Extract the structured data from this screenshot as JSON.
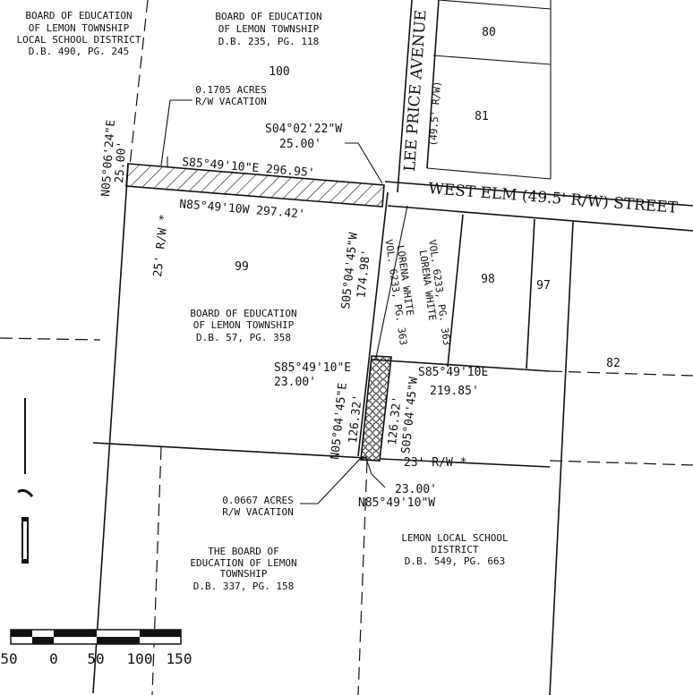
{
  "parcels": {
    "nw_owner": [
      "BOARD OF EDUCATION",
      "OF LEMON TOWNSHIP",
      "LOCAL SCHOOL DISTRICT",
      "D.B. 490, PG. 245"
    ],
    "n_owner": [
      "BOARD OF EDUCATION",
      "OF LEMON TOWNSHIP",
      "D.B. 235, PG. 118"
    ],
    "center_owner": [
      "BOARD OF EDUCATION",
      "OF LEMON TOWNSHIP",
      "D.B. 57, PG. 358"
    ],
    "sw_owner": [
      "THE BOARD OF",
      "EDUCATION OF LEMON",
      "TOWNSHIP",
      "D.B. 337, PG. 158"
    ],
    "se_owner": [
      "LEMON LOCAL SCHOOL",
      "DISTRICT",
      "D.B. 549, PG. 663"
    ],
    "lorena_1": [
      "VOL. 6233, PG. 363",
      "LORENA WHITE"
    ],
    "lorena_2": [
      "LORENA WHITE",
      "VOL. 6233, PG. 363"
    ],
    "lot_100": "100",
    "lot_99": "99",
    "lot_98": "98",
    "lot_97": "97",
    "lot_82": "82",
    "lot_81": "81",
    "lot_80": "80"
  },
  "streets": {
    "lee_price": "LEE PRICE AVENUE",
    "lee_price_rw": "(49.5' R/W)",
    "west_elm": "WEST ELM (49.5' R/W) STREET"
  },
  "vacations": {
    "north_area": [
      "0.1705 ACRES",
      "R/W VACATION"
    ],
    "south_area": [
      "0.0667 ACRES",
      "R/W VACATION"
    ]
  },
  "bearings": {
    "n_top": "S85°49'10\"E   296.95'",
    "n_bottom": "N85°49'10W   297.42'",
    "west_side": [
      "N05°06'24\"E",
      "25.00'"
    ],
    "east_side": [
      "S04°02'22\"W",
      "25.00'"
    ],
    "rw_west": "25' R/W *",
    "center_east": [
      "S05°04'45\"W",
      "174.98'"
    ],
    "s_top": [
      "S85°49'10\"E",
      "23.00'"
    ],
    "s_west": [
      "N05°04'45\"E",
      "126.32'"
    ],
    "s_east": [
      "126.32'",
      "S05°04'45\"W"
    ],
    "east_line": [
      "S85°49'10E",
      "219.85'"
    ],
    "rw_south": "23' R/W *",
    "s_bottom": [
      "23.00'",
      "N85°49'10\"W"
    ]
  },
  "scale_bar": {
    "ticks": [
      "50",
      "0",
      "50",
      "100",
      "150"
    ]
  }
}
